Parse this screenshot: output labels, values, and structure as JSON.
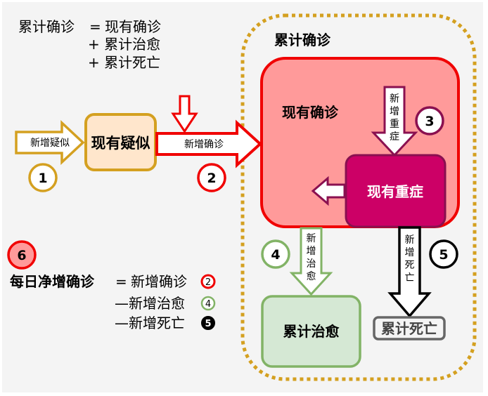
{
  "formula_top": {
    "lhs": "累计确诊",
    "eq": "=",
    "terms": [
      "现有确诊",
      "+ 累计治愈",
      "+ 累计死亡"
    ]
  },
  "nodes": {
    "suspected": "现有疑似",
    "cumulative_confirmed": "累计确诊",
    "current_confirmed": "现有确诊",
    "current_severe": "现有重症",
    "cumulative_cured": "累计治愈",
    "cumulative_deaths": "累计死亡"
  },
  "arrows": {
    "new_suspected": "新增疑似",
    "new_confirmed": "新增确诊",
    "new_severe": [
      "新",
      "增",
      "重",
      "症"
    ],
    "new_cured": [
      "新",
      "增",
      "治",
      "愈"
    ],
    "new_deaths": [
      "新",
      "增",
      "死",
      "亡"
    ]
  },
  "badges": {
    "b1": "1",
    "b2": "2",
    "b3": "3",
    "b4": "4",
    "b5": "5",
    "b6": "6"
  },
  "formula_bottom": {
    "lhs": "每日净增确诊",
    "eq": "=",
    "terms": [
      "新增确诊",
      "—新增治愈",
      "—新增死亡"
    ],
    "term_badges": [
      "2",
      "4",
      "5"
    ]
  },
  "colors": {
    "gold": "#d4a020",
    "red": "#f00000",
    "pink_fill": "#ff9a9a",
    "magenta": "#cc0066",
    "magenta_border": "#8a1050",
    "green": "#82b366",
    "green_fill": "#d5e8d4",
    "peach_fill": "#ffe6cc",
    "gray_border": "#666666",
    "background": "#f4f4f4"
  }
}
